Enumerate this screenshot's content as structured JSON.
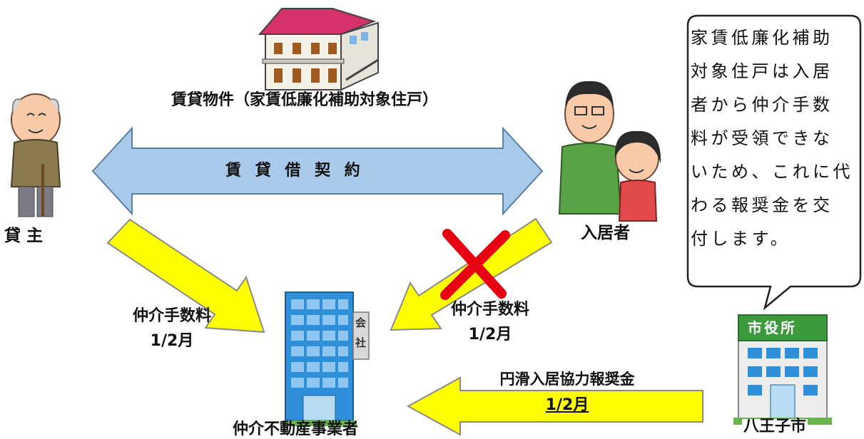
{
  "property": {
    "label": "賃貸物件（家賃低廉化補助対象住戸）",
    "icon": "apartment-building-icon"
  },
  "contract_arrow": {
    "label": "賃 貸 借 契 約",
    "color": "#a9c9ea"
  },
  "landlord": {
    "label": "貸 主",
    "icon": "elderly-man-icon"
  },
  "tenant": {
    "label": "入居者",
    "icon": "family-icon"
  },
  "agent": {
    "label": "仲介不動産事業者",
    "icon": "office-building-icon",
    "sign": [
      "会",
      "社"
    ]
  },
  "city": {
    "label": "八王子市",
    "sign": "市役所",
    "icon": "city-hall-icon"
  },
  "fees": {
    "landlord_fee": {
      "name": "仲介手数料",
      "amount": "1/2月"
    },
    "tenant_fee": {
      "name": "仲介手数料",
      "amount": "1/2月",
      "status": "not-received",
      "mark": "cross-mark-icon"
    },
    "city_reward": {
      "name": "円滑入居協力報奨金",
      "amount": "1/2月"
    }
  },
  "callout": {
    "lines": [
      "家賃低廉化補助",
      "対象住戸は入居",
      "者から仲介手数",
      "料が受領できな",
      "いため、これに代",
      "わる報奨金を交",
      "付します。"
    ]
  },
  "colors": {
    "yellow_arrow": "#ffff00",
    "cross": "#e60012",
    "building_blue": "#2f8fd8"
  }
}
